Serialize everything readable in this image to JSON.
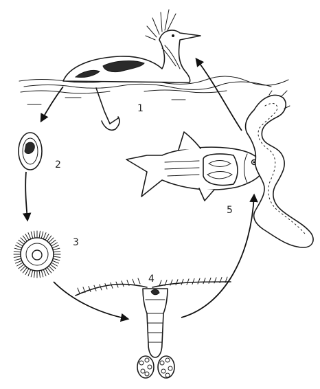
{
  "figure": {
    "stage_labels": [
      {
        "id": "1",
        "text": "1"
      },
      {
        "id": "2",
        "text": "2"
      },
      {
        "id": "3",
        "text": "3"
      },
      {
        "id": "4",
        "text": "4"
      },
      {
        "id": "5",
        "text": "5"
      }
    ],
    "stages": [
      {
        "id": "1",
        "icon": "grebe-bird-icon"
      },
      {
        "id": "2",
        "icon": "egg-icon"
      },
      {
        "id": "3",
        "icon": "coracidium-icon"
      },
      {
        "id": "4",
        "icon": "copepod-icon"
      },
      {
        "id": "5",
        "icon": "fish-icon"
      }
    ],
    "extra_icons": [
      "tapeworm-icon",
      "water-surface-icon"
    ],
    "colors": {
      "ink": "#1a1a1a",
      "background": "#ffffff"
    }
  }
}
